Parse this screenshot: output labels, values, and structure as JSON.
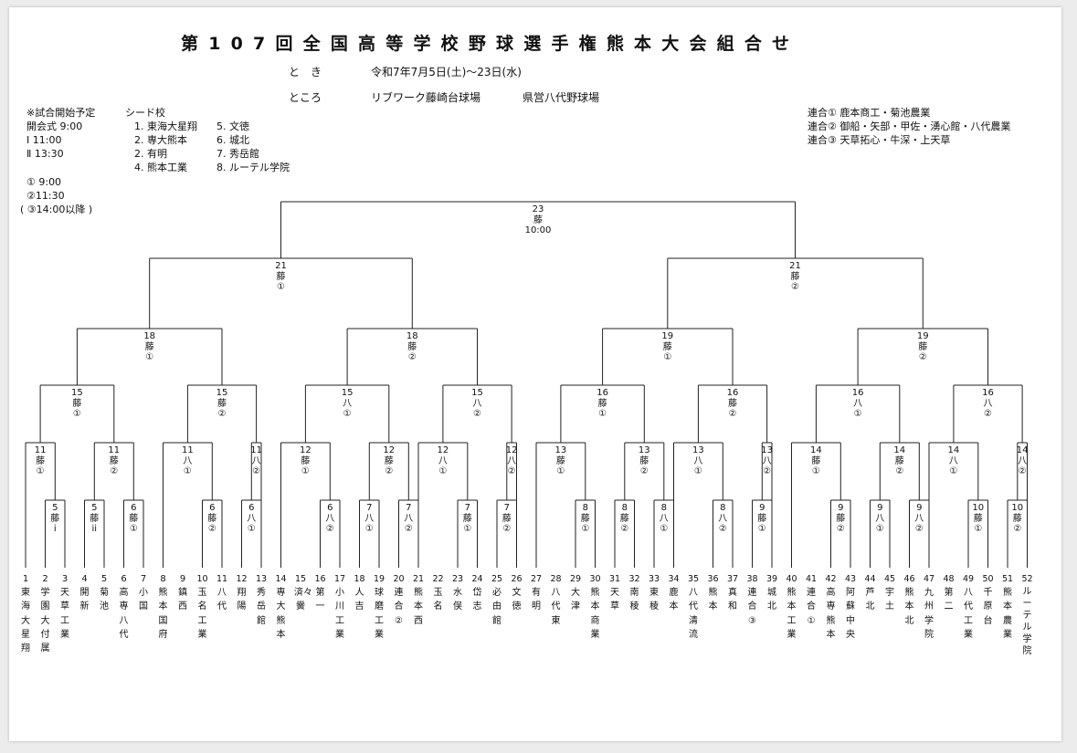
{
  "title": "第107回全国高等学校野球選手権熊本大会組合せ",
  "info": {
    "when_label": "と　き",
    "when_value": "令和7年7月5日(土)～23日(水)",
    "where_label": "ところ",
    "venue1": "リブワーク藤崎台球場",
    "venue2": "県営八代野球場"
  },
  "schedule": {
    "heading": "※試合開始予定",
    "lines": [
      "開会式  9:00",
      "Ⅰ  11:00",
      "Ⅱ  13:30"
    ],
    "slots": [
      "① 9:00",
      "②11:30",
      "( ③14:00以降 )"
    ]
  },
  "seeds": {
    "heading": "シード校",
    "col1": [
      "1. 東海大星翔",
      "2. 専大熊本",
      "2. 有明",
      "4. 熊本工業"
    ],
    "col2": [
      "5. 文徳",
      "6. 城北",
      "7. 秀岳館",
      "8. ルーテル学院"
    ]
  },
  "unions": [
    "連合① 鹿本商工・菊池農業",
    "連合② 御船・矢部・甲佐・湧心館・八代農業",
    "連合③ 天草拓心・牛深・上天草"
  ],
  "teams": [
    {
      "n": "1",
      "name": "東海大星翔"
    },
    {
      "n": "2",
      "name": "学園大付属"
    },
    {
      "n": "3",
      "name": "天草工業"
    },
    {
      "n": "4",
      "name": "開新"
    },
    {
      "n": "5",
      "name": "菊池"
    },
    {
      "n": "6",
      "name": "高専八代"
    },
    {
      "n": "7",
      "name": "小国"
    },
    {
      "n": "8",
      "name": "熊本国府"
    },
    {
      "n": "9",
      "name": "鎮西"
    },
    {
      "n": "10",
      "name": "玉名工業"
    },
    {
      "n": "11",
      "name": "八代"
    },
    {
      "n": "12",
      "name": "翔陽"
    },
    {
      "n": "13",
      "name": "秀岳館"
    },
    {
      "n": "14",
      "name": "専大熊本"
    },
    {
      "n": "15",
      "name": "済々黌"
    },
    {
      "n": "16",
      "name": "第一"
    },
    {
      "n": "17",
      "name": "小川工業"
    },
    {
      "n": "18",
      "name": "人吉"
    },
    {
      "n": "19",
      "name": "球磨工業"
    },
    {
      "n": "20",
      "name": "連合②"
    },
    {
      "n": "21",
      "name": "熊本西"
    },
    {
      "n": "22",
      "name": "玉名"
    },
    {
      "n": "23",
      "name": "水俣"
    },
    {
      "n": "24",
      "name": "岱志"
    },
    {
      "n": "25",
      "name": "必由館"
    },
    {
      "n": "26",
      "name": "文徳"
    },
    {
      "n": "27",
      "name": "有明"
    },
    {
      "n": "28",
      "name": "八代東"
    },
    {
      "n": "29",
      "name": "大津"
    },
    {
      "n": "30",
      "name": "熊本商業"
    },
    {
      "n": "31",
      "name": "天草"
    },
    {
      "n": "32",
      "name": "南稜"
    },
    {
      "n": "33",
      "name": "東稜"
    },
    {
      "n": "34",
      "name": "鹿本"
    },
    {
      "n": "35",
      "name": "八代清流"
    },
    {
      "n": "36",
      "name": "熊本"
    },
    {
      "n": "37",
      "name": "真和"
    },
    {
      "n": "38",
      "name": "連合③"
    },
    {
      "n": "39",
      "name": "城北"
    },
    {
      "n": "40",
      "name": "熊本工業"
    },
    {
      "n": "41",
      "name": "連合①"
    },
    {
      "n": "42",
      "name": "高専熊本"
    },
    {
      "n": "43",
      "name": "阿蘇中央"
    },
    {
      "n": "44",
      "name": "芦北"
    },
    {
      "n": "45",
      "name": "宇土"
    },
    {
      "n": "46",
      "name": "熊本北"
    },
    {
      "n": "47",
      "name": "九州学院"
    },
    {
      "n": "48",
      "name": "第二"
    },
    {
      "n": "49",
      "name": "八代工業"
    },
    {
      "n": "50",
      "name": "千原台"
    },
    {
      "n": "51",
      "name": "熊本農業"
    },
    {
      "n": "52",
      "name": "ルーテル学院"
    }
  ],
  "matches": [
    {
      "d": "5",
      "v": "藤",
      "s": "i"
    },
    {
      "d": "5",
      "v": "藤",
      "s": "ii"
    },
    {
      "d": "6",
      "v": "藤",
      "s": "①"
    },
    {
      "d": "6",
      "v": "藤",
      "s": "②"
    },
    {
      "d": "6",
      "v": "八",
      "s": "①"
    },
    {
      "d": "6",
      "v": "八",
      "s": "②"
    },
    {
      "d": "7",
      "v": "八",
      "s": "①"
    },
    {
      "d": "7",
      "v": "八",
      "s": "②"
    },
    {
      "d": "7",
      "v": "藤",
      "s": "①"
    },
    {
      "d": "7",
      "v": "藤",
      "s": "②"
    },
    {
      "d": "8",
      "v": "藤",
      "s": "①"
    },
    {
      "d": "8",
      "v": "藤",
      "s": "②"
    },
    {
      "d": "8",
      "v": "八",
      "s": "①"
    },
    {
      "d": "8",
      "v": "八",
      "s": "②"
    },
    {
      "d": "9",
      "v": "藤",
      "s": "①"
    },
    {
      "d": "9",
      "v": "藤",
      "s": "②"
    },
    {
      "d": "9",
      "v": "八",
      "s": "①"
    },
    {
      "d": "9",
      "v": "八",
      "s": "②"
    },
    {
      "d": "10",
      "v": "藤",
      "s": "①"
    },
    {
      "d": "10",
      "v": "藤",
      "s": "②"
    },
    {
      "d": "11",
      "v": "藤",
      "s": "①"
    },
    {
      "d": "11",
      "v": "藤",
      "s": "②"
    },
    {
      "d": "11",
      "v": "八",
      "s": "①"
    },
    {
      "d": "11",
      "v": "八",
      "s": "②"
    },
    {
      "d": "12",
      "v": "藤",
      "s": "①"
    },
    {
      "d": "12",
      "v": "藤",
      "s": "②"
    },
    {
      "d": "12",
      "v": "八",
      "s": "①"
    },
    {
      "d": "12",
      "v": "八",
      "s": "②"
    },
    {
      "d": "13",
      "v": "藤",
      "s": "①"
    },
    {
      "d": "13",
      "v": "藤",
      "s": "②"
    },
    {
      "d": "13",
      "v": "八",
      "s": "①"
    },
    {
      "d": "13",
      "v": "八",
      "s": "②"
    },
    {
      "d": "14",
      "v": "藤",
      "s": "①"
    },
    {
      "d": "14",
      "v": "藤",
      "s": "②"
    },
    {
      "d": "14",
      "v": "八",
      "s": "①"
    },
    {
      "d": "14",
      "v": "八",
      "s": "②"
    },
    {
      "d": "15",
      "v": "藤",
      "s": "①"
    },
    {
      "d": "15",
      "v": "藤",
      "s": "②"
    },
    {
      "d": "15",
      "v": "八",
      "s": "①"
    },
    {
      "d": "15",
      "v": "八",
      "s": "②"
    },
    {
      "d": "16",
      "v": "藤",
      "s": "①"
    },
    {
      "d": "16",
      "v": "藤",
      "s": "②"
    },
    {
      "d": "16",
      "v": "八",
      "s": "①"
    },
    {
      "d": "16",
      "v": "八",
      "s": "②"
    },
    {
      "d": "18",
      "v": "藤",
      "s": "①"
    },
    {
      "d": "18",
      "v": "藤",
      "s": "②"
    },
    {
      "d": "19",
      "v": "藤",
      "s": "①"
    },
    {
      "d": "19",
      "v": "藤",
      "s": "②"
    },
    {
      "d": "21",
      "v": "藤",
      "s": "①"
    },
    {
      "d": "21",
      "v": "藤",
      "s": "②"
    },
    {
      "d": "23",
      "v": "藤",
      "s": "10:00"
    }
  ]
}
